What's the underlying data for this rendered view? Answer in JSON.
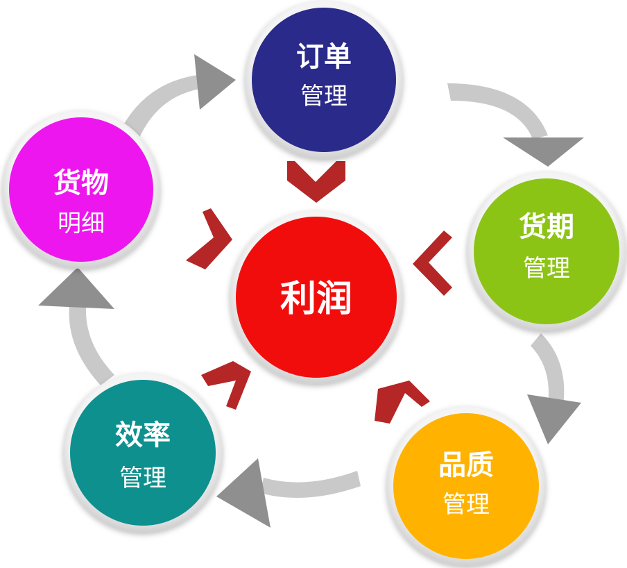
{
  "center": {
    "label": "利润",
    "color": "#f20a0a"
  },
  "nodes": [
    {
      "id": "order",
      "title": "订单",
      "subtitle": "管理",
      "color": "#2a2a8a"
    },
    {
      "id": "delivery",
      "title": "货期",
      "subtitle": "管理",
      "color": "#8cc412"
    },
    {
      "id": "quality",
      "title": "品质",
      "subtitle": "管理",
      "color": "#ffb300"
    },
    {
      "id": "efficiency",
      "title": "效率",
      "subtitle": "管理",
      "color": "#11908e"
    },
    {
      "id": "goods",
      "title": "货物",
      "subtitle": "明细",
      "color": "#ee12ee"
    }
  ],
  "colors": {
    "inward_arrow": "#b52626",
    "cycle_arrow": "#8f8f8f"
  }
}
